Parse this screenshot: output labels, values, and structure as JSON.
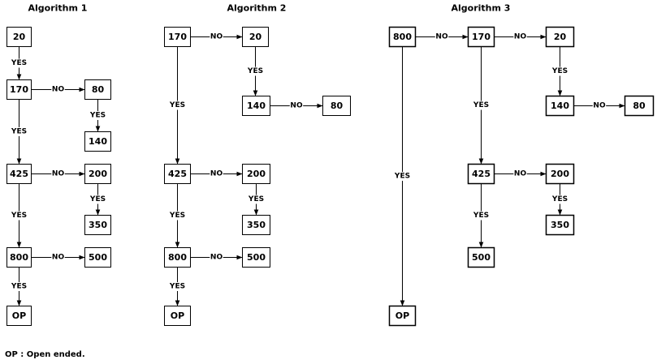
{
  "algorithms": [
    {
      "title": "Algorithm 1",
      "nodes": [
        {
          "id": "n20",
          "label": "20"
        },
        {
          "id": "n170",
          "label": "170"
        },
        {
          "id": "n80",
          "label": "80"
        },
        {
          "id": "n140",
          "label": "140"
        },
        {
          "id": "n425",
          "label": "425"
        },
        {
          "id": "n200",
          "label": "200"
        },
        {
          "id": "n350",
          "label": "350"
        },
        {
          "id": "n800",
          "label": "800"
        },
        {
          "id": "n500",
          "label": "500"
        },
        {
          "id": "nop",
          "label": "OP"
        }
      ],
      "edges": [
        {
          "from": "n20",
          "to": "n170",
          "label": "YES"
        },
        {
          "from": "n170",
          "to": "n80",
          "label": "NO"
        },
        {
          "from": "n80",
          "to": "n140",
          "label": "YES"
        },
        {
          "from": "n170",
          "to": "n425",
          "label": "YES"
        },
        {
          "from": "n425",
          "to": "n200",
          "label": "NO"
        },
        {
          "from": "n200",
          "to": "n350",
          "label": "YES"
        },
        {
          "from": "n425",
          "to": "n800",
          "label": "YES"
        },
        {
          "from": "n800",
          "to": "n500",
          "label": "NO"
        },
        {
          "from": "n800",
          "to": "nop",
          "label": "YES"
        }
      ]
    },
    {
      "title": "Algorithm 2",
      "nodes": [
        {
          "id": "n170",
          "label": "170"
        },
        {
          "id": "n20",
          "label": "20"
        },
        {
          "id": "n140",
          "label": "140"
        },
        {
          "id": "n80",
          "label": "80"
        },
        {
          "id": "n425",
          "label": "425"
        },
        {
          "id": "n200",
          "label": "200"
        },
        {
          "id": "n350",
          "label": "350"
        },
        {
          "id": "n800",
          "label": "800"
        },
        {
          "id": "n500",
          "label": "500"
        },
        {
          "id": "nop",
          "label": "OP"
        }
      ],
      "edges": [
        {
          "from": "n170",
          "to": "n20",
          "label": "NO"
        },
        {
          "from": "n20",
          "to": "n140",
          "label": "YES"
        },
        {
          "from": "n140",
          "to": "n80",
          "label": "NO"
        },
        {
          "from": "n170",
          "to": "n425",
          "label": "YES"
        },
        {
          "from": "n425",
          "to": "n200",
          "label": "NO"
        },
        {
          "from": "n200",
          "to": "n350",
          "label": "YES"
        },
        {
          "from": "n425",
          "to": "n800",
          "label": "YES"
        },
        {
          "from": "n800",
          "to": "n500",
          "label": "NO"
        },
        {
          "from": "n800",
          "to": "nop",
          "label": "YES"
        }
      ]
    },
    {
      "title": "Algorithm 3",
      "nodes": [
        {
          "id": "n800",
          "label": "800"
        },
        {
          "id": "n170",
          "label": "170"
        },
        {
          "id": "n20",
          "label": "20"
        },
        {
          "id": "n140",
          "label": "140"
        },
        {
          "id": "n80",
          "label": "80"
        },
        {
          "id": "n425",
          "label": "425"
        },
        {
          "id": "n200",
          "label": "200"
        },
        {
          "id": "n350",
          "label": "350"
        },
        {
          "id": "n500",
          "label": "500"
        },
        {
          "id": "nop",
          "label": "OP"
        }
      ],
      "edges": [
        {
          "from": "n800",
          "to": "n170",
          "label": "NO"
        },
        {
          "from": "n170",
          "to": "n20",
          "label": "NO"
        },
        {
          "from": "n20",
          "to": "n140",
          "label": "YES"
        },
        {
          "from": "n140",
          "to": "n80",
          "label": "NO"
        },
        {
          "from": "n170",
          "to": "n425",
          "label": "YES"
        },
        {
          "from": "n425",
          "to": "n200",
          "label": "NO"
        },
        {
          "from": "n200",
          "to": "n350",
          "label": "YES"
        },
        {
          "from": "n425",
          "to": "n500",
          "label": "YES"
        },
        {
          "from": "n800",
          "to": "nop",
          "label": "YES"
        }
      ]
    }
  ],
  "footnote": "OP : Open ended."
}
